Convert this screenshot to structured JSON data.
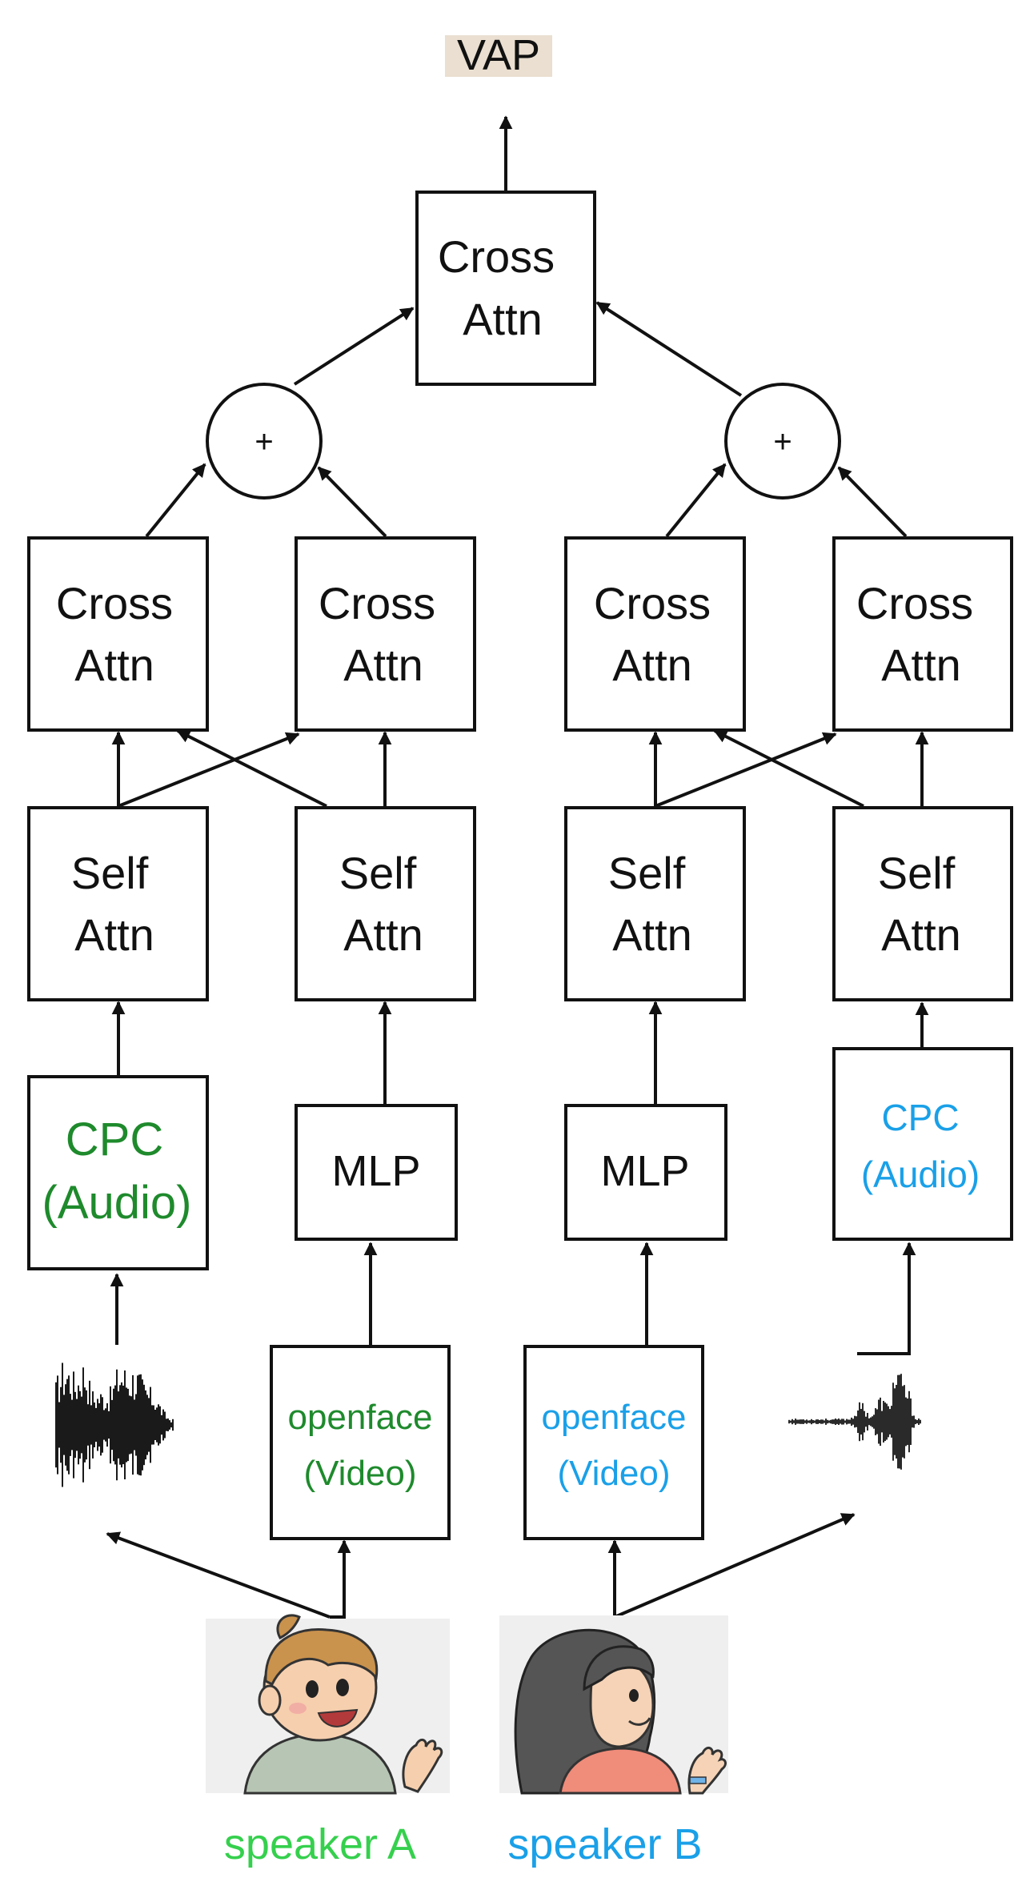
{
  "title": "VAP",
  "colors": {
    "speaker_a_dark": "#1e8a2c",
    "speaker_a_light": "#35d04d",
    "speaker_b": "#1aa0e8",
    "title_bg": "#eadfd0",
    "stroke": "#111111"
  },
  "blocks": {
    "top_cross_attn": [
      "Cross",
      "Attn"
    ],
    "plus": "+",
    "cross_attn": [
      "Cross",
      "Attn"
    ],
    "self_attn": [
      "Self",
      "Attn"
    ],
    "cpc_audio": [
      "CPC",
      "(Audio)"
    ],
    "mlp": "MLP",
    "openface_video": [
      "openface",
      "(Video)"
    ]
  },
  "speakers": {
    "a": {
      "label": "speaker A",
      "illustration": "boy-avatar-icon"
    },
    "b": {
      "label": "speaker B",
      "illustration": "girl-avatar-icon"
    }
  },
  "waveforms": {
    "a": "audio-waveform-icon",
    "b": "audio-waveform-icon"
  }
}
